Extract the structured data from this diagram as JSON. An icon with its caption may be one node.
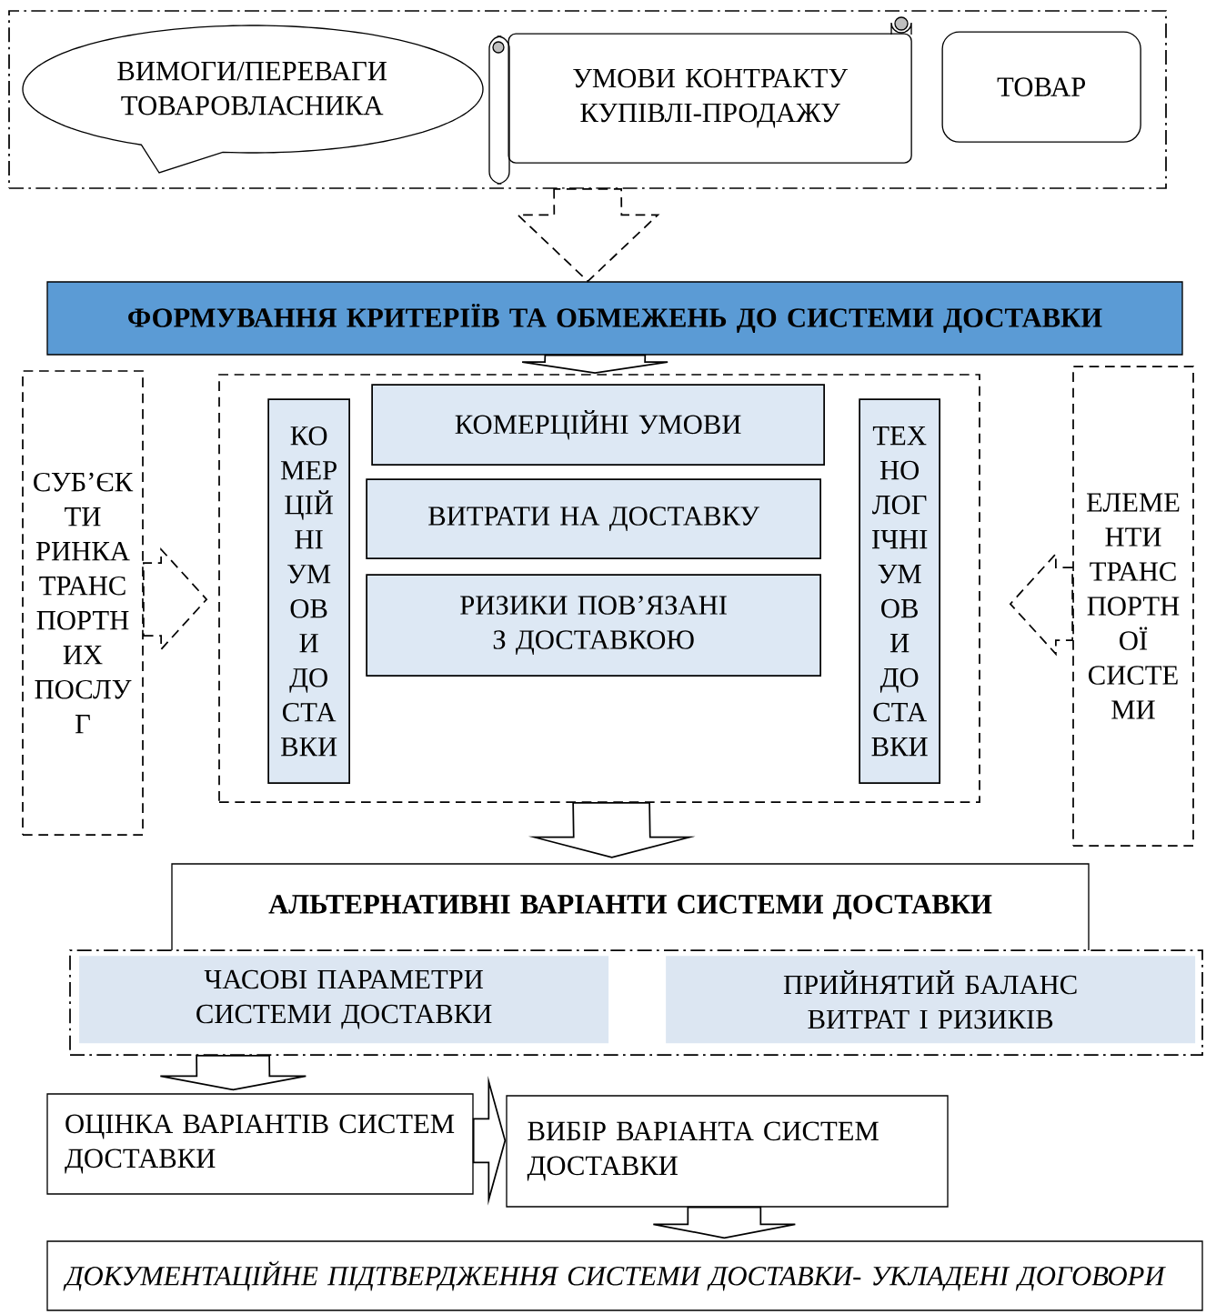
{
  "diagram": {
    "nodes": [
      {
        "text": [],
        "shape": "box"
      },
      {
        "text": [
          "ВИМОГИ/ПЕРЕВАГИ ТОВАРОВЛАСНИКА"
        ],
        "in": 0
      },
      {
        "text": [
          "УМОВИ КОНТРАКТУ КУПІВЛІ-ПРОДАЖУ"
        ],
        "in": 0
      },
      {
        "text": [
          "ТОВАР"
        ],
        "in": 0
      },
      {
        "text": [
          "ФОРМУВАННЯ КРИТЕРІЇВ ТА ОБМЕЖЕНЬ ДО СИСТЕМИ ДОСТАВКИ"
        ]
      },
      {
        "text": [
          "СУБ’ЄК ТИ РИНКА ТРАНС ПОРТН ИХ ПОСЛУ Г"
        ]
      },
      {
        "text": [],
        "shape": "box"
      },
      {
        "text": [
          "КО МЕР ЦІЙ НІ УМ ОВ И ДО СТА ВКИ"
        ],
        "in": 6
      },
      {
        "text": [
          "КОМЕРЦІЙНІ УМОВИ"
        ],
        "in": 6
      },
      {
        "text": [
          "ВИТРАТИ НА ДОСТАВКУ"
        ],
        "in": 6
      },
      {
        "text": [
          "РИЗИКИ ПОВ’ЯЗАНІ З ДОСТАВКОЮ"
        ],
        "in": 6
      },
      {
        "text": [
          "ТЕХ НО ЛОГ ІЧНІ УМ ОВ И ДО СТА ВКИ"
        ],
        "in": 6
      },
      {
        "text": [
          "ЕЛЕМЕ НТИ ТРАНС ПОРТН ОЇ СИСТЕ МИ"
        ]
      },
      {
        "text": [
          "АЛЬТЕРНАТИВНІ ВАРІАНТИ СИСТЕМИ ДОСТАВКИ"
        ]
      },
      {
        "text": [],
        "shape": "box"
      },
      {
        "text": [
          "ЧАСОВІ ПАРАМЕТРИ СИСТЕМИ ДОСТАВКИ"
        ],
        "in": 14
      },
      {
        "text": [
          "ПРИЙНЯТИЙ БАЛАНС ВИТРАТ І РИЗИКІВ"
        ],
        "in": 14
      },
      {
        "text": [
          "ОЦІНКА ВАРІАНТІВ СИСТЕМ ДОСТАВКИ"
        ]
      },
      {
        "text": [
          "ВИБІР ВАРІАНТА СИСТЕМ ДОСТАВКИ"
        ]
      },
      {
        "text": [
          "ДОКУМЕНТАЦІЙНЕ ПІДТВЕРДЖЕННЯ СИСТЕМИ ДОСТАВКИ- УКЛАДЕНІ ДОГОВОРИ"
        ]
      }
    ],
    "edges": [
      {
        "from": 0,
        "to": 4,
        "arrow": "to",
        "style": "dashed"
      },
      {
        "from": 4,
        "to": 6,
        "arrow": "to"
      },
      {
        "from": 5,
        "to": 6,
        "arrow": "to",
        "style": "dashed"
      },
      {
        "from": 12,
        "to": 6,
        "arrow": "to",
        "style": "dashed"
      },
      {
        "from": 6,
        "to": 13,
        "arrow": "to"
      },
      {
        "from": 14,
        "to": 17,
        "arrow": "to"
      },
      {
        "from": 17,
        "to": 18,
        "arrow": "to"
      },
      {
        "from": 18,
        "to": 19,
        "arrow": "to"
      }
    ]
  }
}
